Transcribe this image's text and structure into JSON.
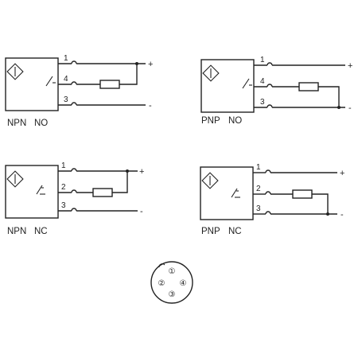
{
  "diagrams": [
    {
      "type": "NPN",
      "mode": "NO",
      "pins": [
        "1",
        "4",
        "3"
      ],
      "signs": [
        "+",
        "-"
      ]
    },
    {
      "type": "PNP",
      "mode": "NO",
      "pins": [
        "1",
        "4",
        "3"
      ],
      "signs": [
        "+",
        "-"
      ]
    },
    {
      "type": "NPN",
      "mode": "NC",
      "pins": [
        "1",
        "2",
        "3"
      ],
      "signs": [
        "+",
        "-"
      ]
    },
    {
      "type": "PNP",
      "mode": "NC",
      "pins": [
        "1",
        "2",
        "3"
      ],
      "signs": [
        "+",
        "-"
      ]
    }
  ],
  "connector": {
    "pins": [
      "①",
      "②",
      "④",
      "③"
    ]
  }
}
